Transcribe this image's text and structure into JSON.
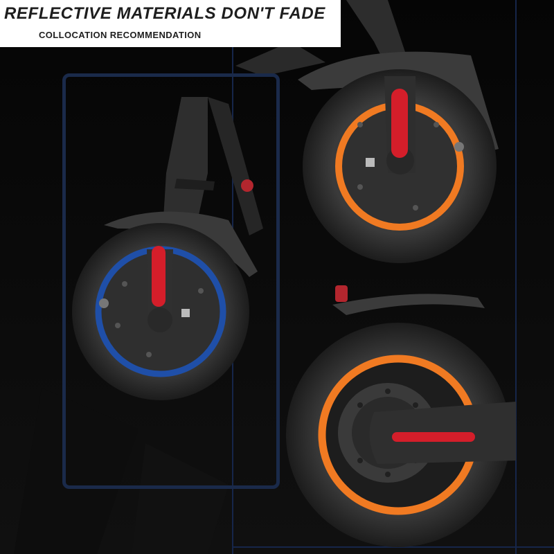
{
  "headline": "REFLECTIVE MATERIALS DON'T FADE",
  "subheadline": "COLLOCATION RECOMMENDATION",
  "colors": {
    "background": "#000000",
    "frame_border": "#1a2a4a",
    "blue_reflective_ring": "#1f4fa8",
    "orange_reflective_ring": "#f07a22",
    "red_reflector": "#d41e2a",
    "tire": "#2a2a2a",
    "hub": "#333333"
  },
  "panels": [
    {
      "name": "front-wheel-blue",
      "ring_color": "blue_reflective_ring"
    },
    {
      "name": "front-wheel-orange",
      "ring_color": "orange_reflective_ring"
    },
    {
      "name": "rear-wheel-orange",
      "ring_color": "orange_reflective_ring"
    }
  ]
}
